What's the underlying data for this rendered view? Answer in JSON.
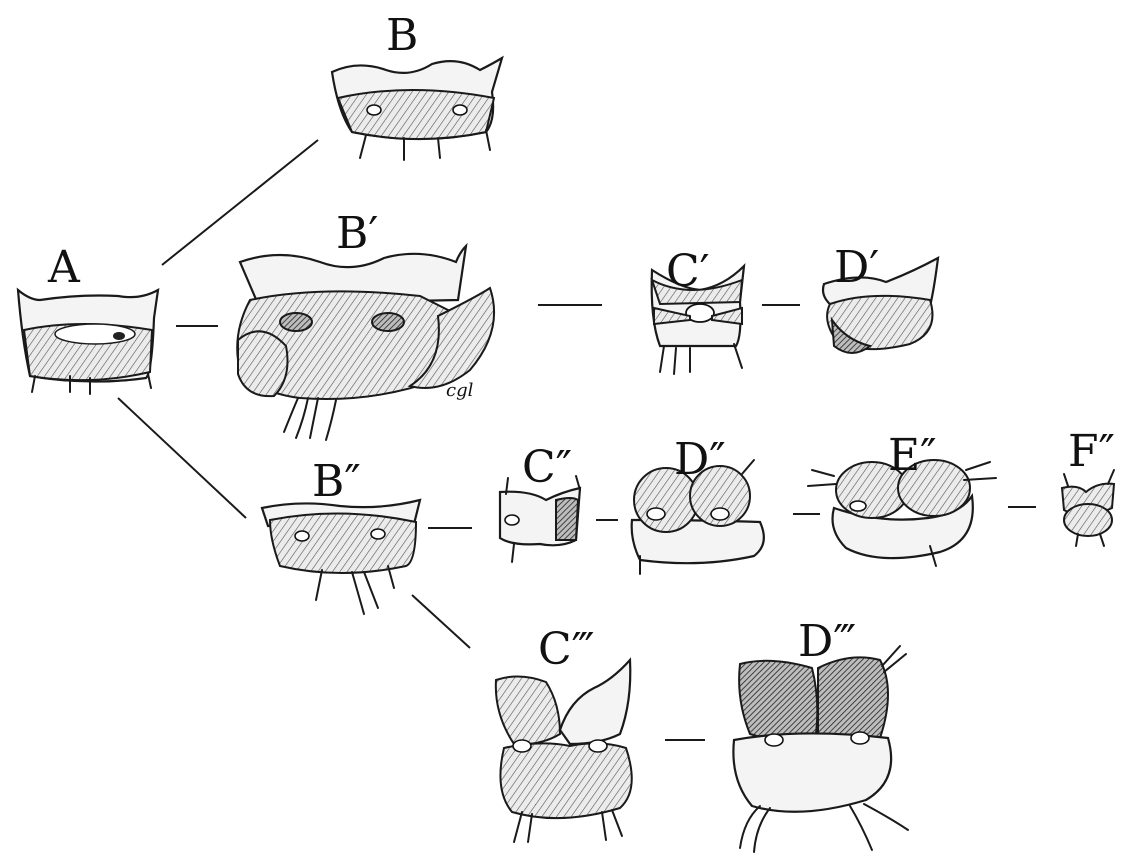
{
  "labels": {
    "A": "A",
    "B": "B",
    "B1": "B′",
    "B2": "B″",
    "C1": "C′",
    "C2": "C″",
    "C3": "C‴",
    "D1": "D′",
    "D2": "D″",
    "D3": "D‴",
    "E2": "E″",
    "F2": "F″",
    "cgl": "cgl"
  }
}
